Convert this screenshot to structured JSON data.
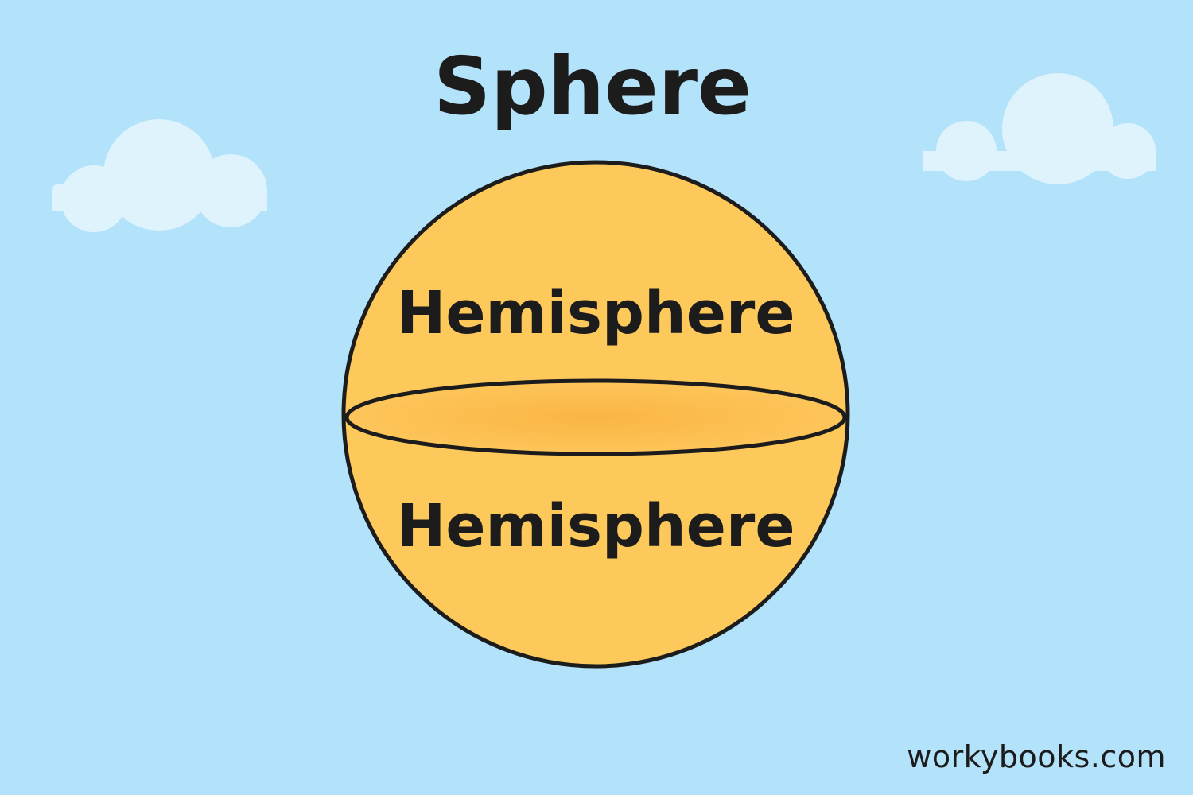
{
  "title": "Sphere",
  "labels": {
    "upper": "Hemisphere",
    "lower": "Hemisphere"
  },
  "footer": {
    "text": "workybooks.com"
  },
  "colors": {
    "background": "#b3e3fb",
    "sphere_fill": "#fdc95a",
    "equator_fill": "#fbb644",
    "outline": "#1c1c1c",
    "cloud": "#dff3fd"
  }
}
